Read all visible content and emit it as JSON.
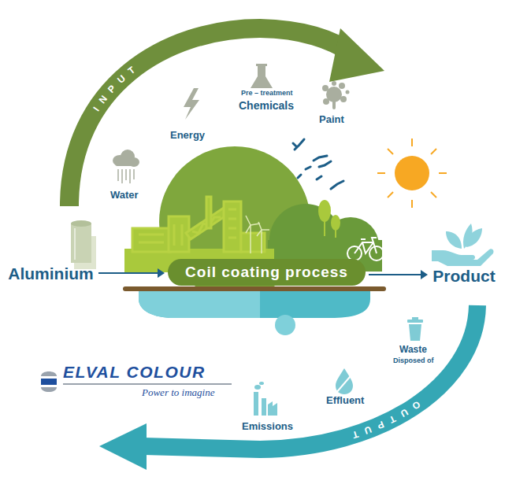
{
  "diagram": {
    "nodes": [
      {
        "text": [
          "Aluminium"
        ]
      },
      {
        "text": [
          "Coil coating process"
        ]
      },
      {
        "text": [
          "Product"
        ]
      }
    ],
    "edges": [
      {
        "from": 0,
        "to": 1,
        "arrow": "to"
      },
      {
        "from": 1,
        "to": 2,
        "arrow": "to"
      }
    ],
    "labels": [
      "INPUT",
      "Water",
      "Energy",
      "Pre – treatment",
      "Chemicals",
      "Paint",
      "Waste",
      "Disposed of",
      "Effluent",
      "Emissions",
      "OUTPUT",
      "ELVAL COLOUR",
      "Power to imagine"
    ]
  }
}
